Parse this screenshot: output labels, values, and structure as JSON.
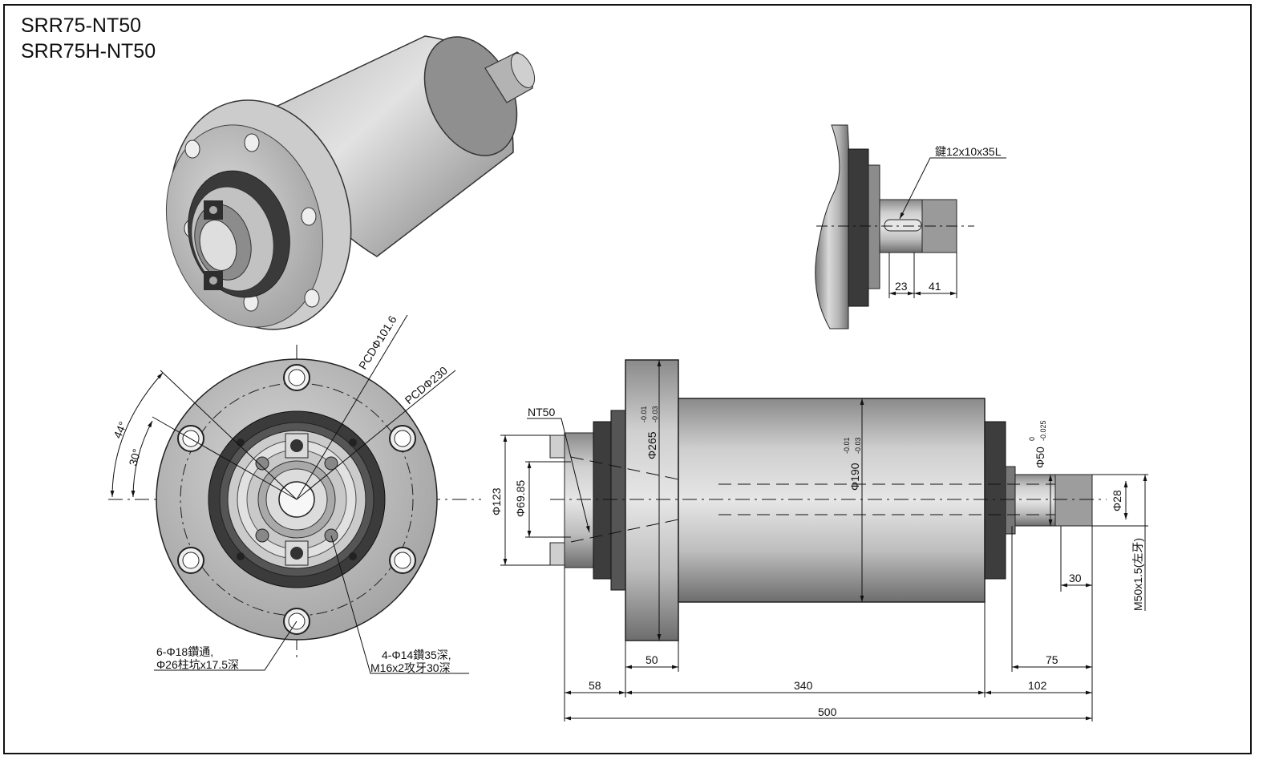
{
  "titles": [
    "SRR75-NT50",
    "SRR75H-NT50"
  ],
  "colors": {
    "border": "#111111",
    "steel_light": "#d7d7d7",
    "steel_mid": "#a8a8a8",
    "steel_dark": "#6a6a6a",
    "ring_dark": "#333333"
  },
  "front_view": {
    "pcd_inner": "PCDΦ101.6",
    "pcd_outer": "PCDΦ230",
    "angle_44": "44°",
    "angle_30": "30°",
    "note_holes_line1": "6-Φ18鑽通,",
    "note_holes_line2": "Φ26柱坑x17.5深",
    "note_tap_line1": "4-Φ14鑽35深,",
    "note_tap_line2": "M16x2攻牙30深"
  },
  "side_view": {
    "key_label": "鍵12x10x35L",
    "dim_23": "23",
    "dim_41": "41"
  },
  "main_view": {
    "nt50": "NT50",
    "d123": "Φ123",
    "d6985": "Φ69.85",
    "d265": "Φ265",
    "d265_tol_upper": "-0.01",
    "d265_tol_lower": "-0.03",
    "d190": "Φ190",
    "d190_tol_upper": "-0.01",
    "d190_tol_lower": "-0.03",
    "d50": "Φ50",
    "d50_tol_upper": "0",
    "d50_tol_lower": "-0.025",
    "d28": "Φ28",
    "thread": "M50x1.5(左牙)",
    "dim_30": "30",
    "dim_50": "50",
    "dim_75": "75",
    "dim_58": "58",
    "dim_340": "340",
    "dim_102": "102",
    "dim_500": "500"
  }
}
